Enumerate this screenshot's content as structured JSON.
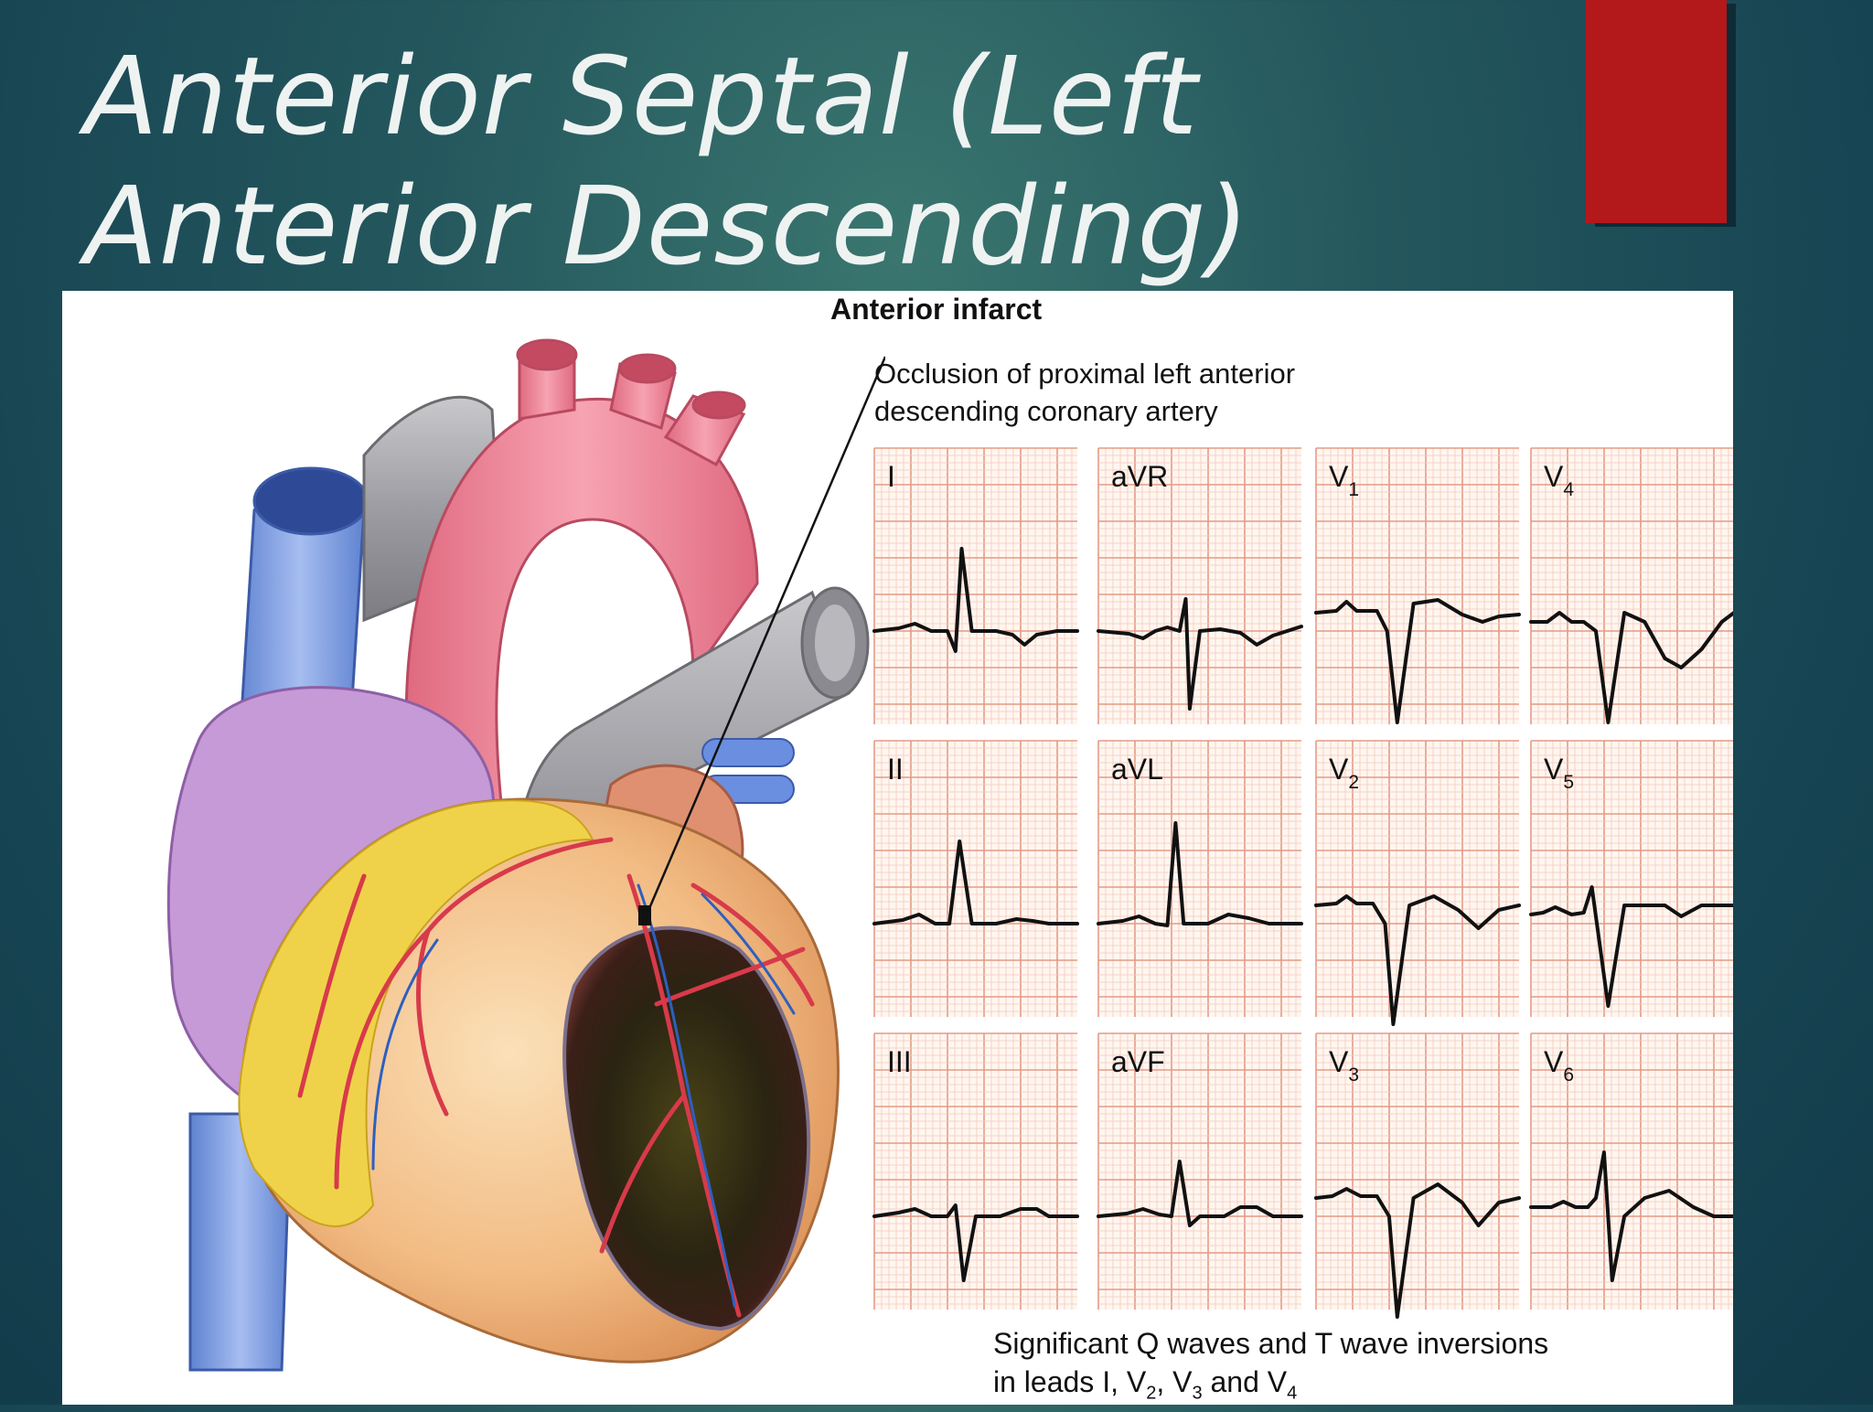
{
  "slide": {
    "title": "Anterior Septal (Left Anterior Descending)"
  },
  "figure": {
    "title": "Anterior infarct",
    "occlusion_caption_line1": "Occlusion of proximal left anterior",
    "occlusion_caption_line2": "descending coronary artery",
    "summary_line1": "Significant Q waves and T wave inversions",
    "summary_line2_parts": [
      "in leads I, V",
      "2",
      ", V",
      "3",
      " and V",
      "4"
    ]
  },
  "ecg_leads": [
    {
      "id": "I",
      "main": "I",
      "sub": ""
    },
    {
      "id": "aVR",
      "main": "aVR",
      "sub": ""
    },
    {
      "id": "V1",
      "main": "V",
      "sub": "1"
    },
    {
      "id": "V4",
      "main": "V",
      "sub": "4"
    },
    {
      "id": "II",
      "main": "II",
      "sub": ""
    },
    {
      "id": "aVL",
      "main": "aVL",
      "sub": ""
    },
    {
      "id": "V2",
      "main": "V",
      "sub": "2"
    },
    {
      "id": "V5",
      "main": "V",
      "sub": "5"
    },
    {
      "id": "III",
      "main": "III",
      "sub": ""
    },
    {
      "id": "aVF",
      "main": "aVF",
      "sub": ""
    },
    {
      "id": "V3",
      "main": "V",
      "sub": "3"
    },
    {
      "id": "V6",
      "main": "V",
      "sub": "6"
    }
  ],
  "colors": {
    "accent": "#b3181b",
    "ecg_grid_fine": "#f3c9bb",
    "ecg_grid_bold": "#e59a86",
    "ecg_trace": "#111111"
  }
}
